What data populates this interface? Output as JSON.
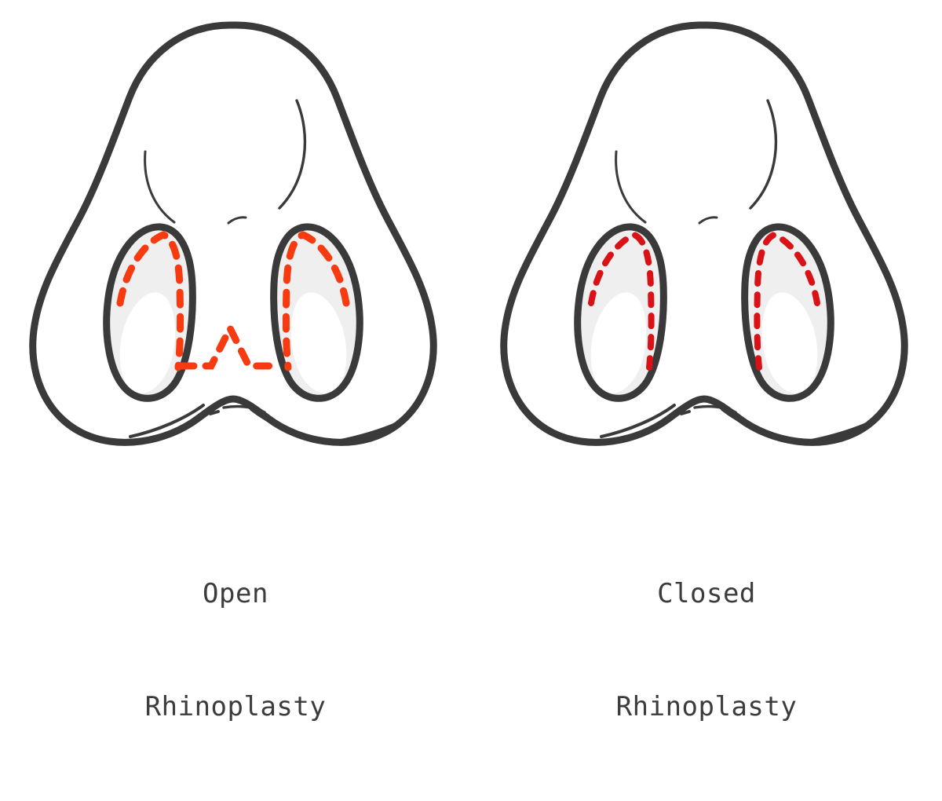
{
  "figure": {
    "type": "medical-illustration",
    "subject": "Rhinoplasty surgical incision approaches",
    "view": "base (worm's-eye) view of nose",
    "background_color": "#FFFFFF",
    "outline_color": "#3A3A3A",
    "nostril_fill_color": "#EFEFEF",
    "nostril_highlight_color": "#FFFFFF",
    "label_color": "#3C3C3C"
  },
  "panels": [
    {
      "id": "open",
      "incision_color": "#F73A10",
      "incision_style": "dashed",
      "caption": {
        "line1": "Open",
        "line2": "Rhinoplasty"
      },
      "incisions": [
        {
          "name": "left-nostril-marginal-incision",
          "location": "inside left nostril, inverted-V along upper rim"
        },
        {
          "name": "right-nostril-marginal-incision",
          "location": "inside right nostril, inverted-V along upper rim"
        },
        {
          "name": "transcolumellar-incision",
          "location": "inverted-V across the columella between the nostrils"
        }
      ]
    },
    {
      "id": "closed",
      "incision_color": "#D81217",
      "incision_style": "dashed",
      "caption": {
        "line1": "Closed",
        "line2": "Rhinoplasty"
      },
      "incisions": [
        {
          "name": "left-nostril-endonasal-incision",
          "location": "entirely inside left nostril"
        },
        {
          "name": "right-nostril-endonasal-incision",
          "location": "entirely inside right nostril"
        }
      ]
    }
  ]
}
